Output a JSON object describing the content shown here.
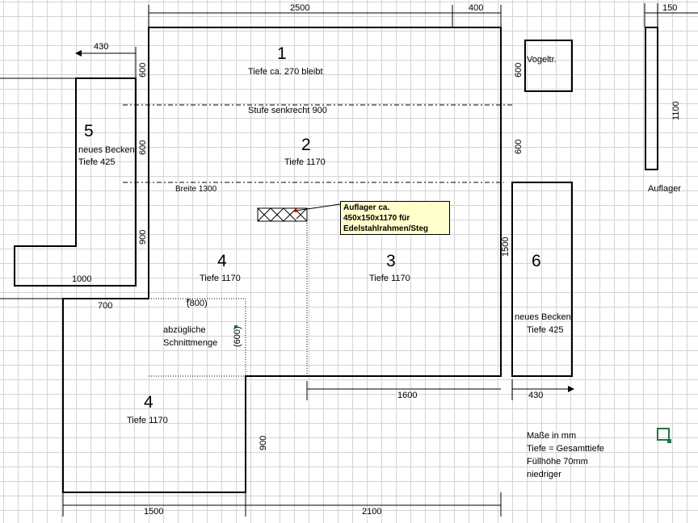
{
  "dimensions": {
    "top_2500": "2500",
    "top_400": "400",
    "top_150": "150",
    "d_430_top": "430",
    "d_600_a": "600",
    "d_600_b": "600",
    "d_900_left": "900",
    "d_600_right_a": "600",
    "d_600_right_b": "600",
    "d_1100": "1100",
    "d_1500_right": "1500",
    "d_1000": "1000",
    "d_700": "700",
    "d_800": "(800)",
    "d_600_paren": "(600)",
    "d_1600": "1600",
    "d_430_bottom": "430",
    "d_900_bottom": "900",
    "d_1500_bottom": "1500",
    "d_2100": "2100"
  },
  "areas": {
    "a1_number": "1",
    "a1_label": "Tiefe ca. 270 bleibt",
    "step_label": "Stufe senkrecht 900",
    "a2_number": "2",
    "a2_label": "Tiefe 1170",
    "width_label": "Breite 1300",
    "a3_number": "3",
    "a3_label": "Tiefe 1170",
    "a4_upper_number": "4",
    "a4_upper_label": "Tiefe 1170",
    "a4_lower_number": "4",
    "a4_lower_label": "Tiefe 1170",
    "a5_number": "5",
    "a5_label1": "neues Becken",
    "a5_label2": "Tiefe 425",
    "a6_number": "6",
    "a6_label1": "neues Becken",
    "a6_label2": "Tiefe 425",
    "cut_label1": "abzügliche",
    "cut_label2": "Schnittmenge",
    "bird_label": "Vogeltr.",
    "support_label": "Auflager"
  },
  "callout": {
    "line1": "Auflager ca.",
    "line2": "450x150x1170 für",
    "line3": "Edelstahlrahmen/Steg"
  },
  "notes": {
    "line1": "Maße in mm",
    "line2": "Tiefe = Gesamttiefe",
    "line3": "Füllhöhe 70mm",
    "line4": "niedriger"
  },
  "colors": {
    "grid": "#d4d4d4",
    "callout_fill": "#ffffcc",
    "selection": "#217346",
    "marker": "#cc0000",
    "triangle": "#1e7b34"
  }
}
